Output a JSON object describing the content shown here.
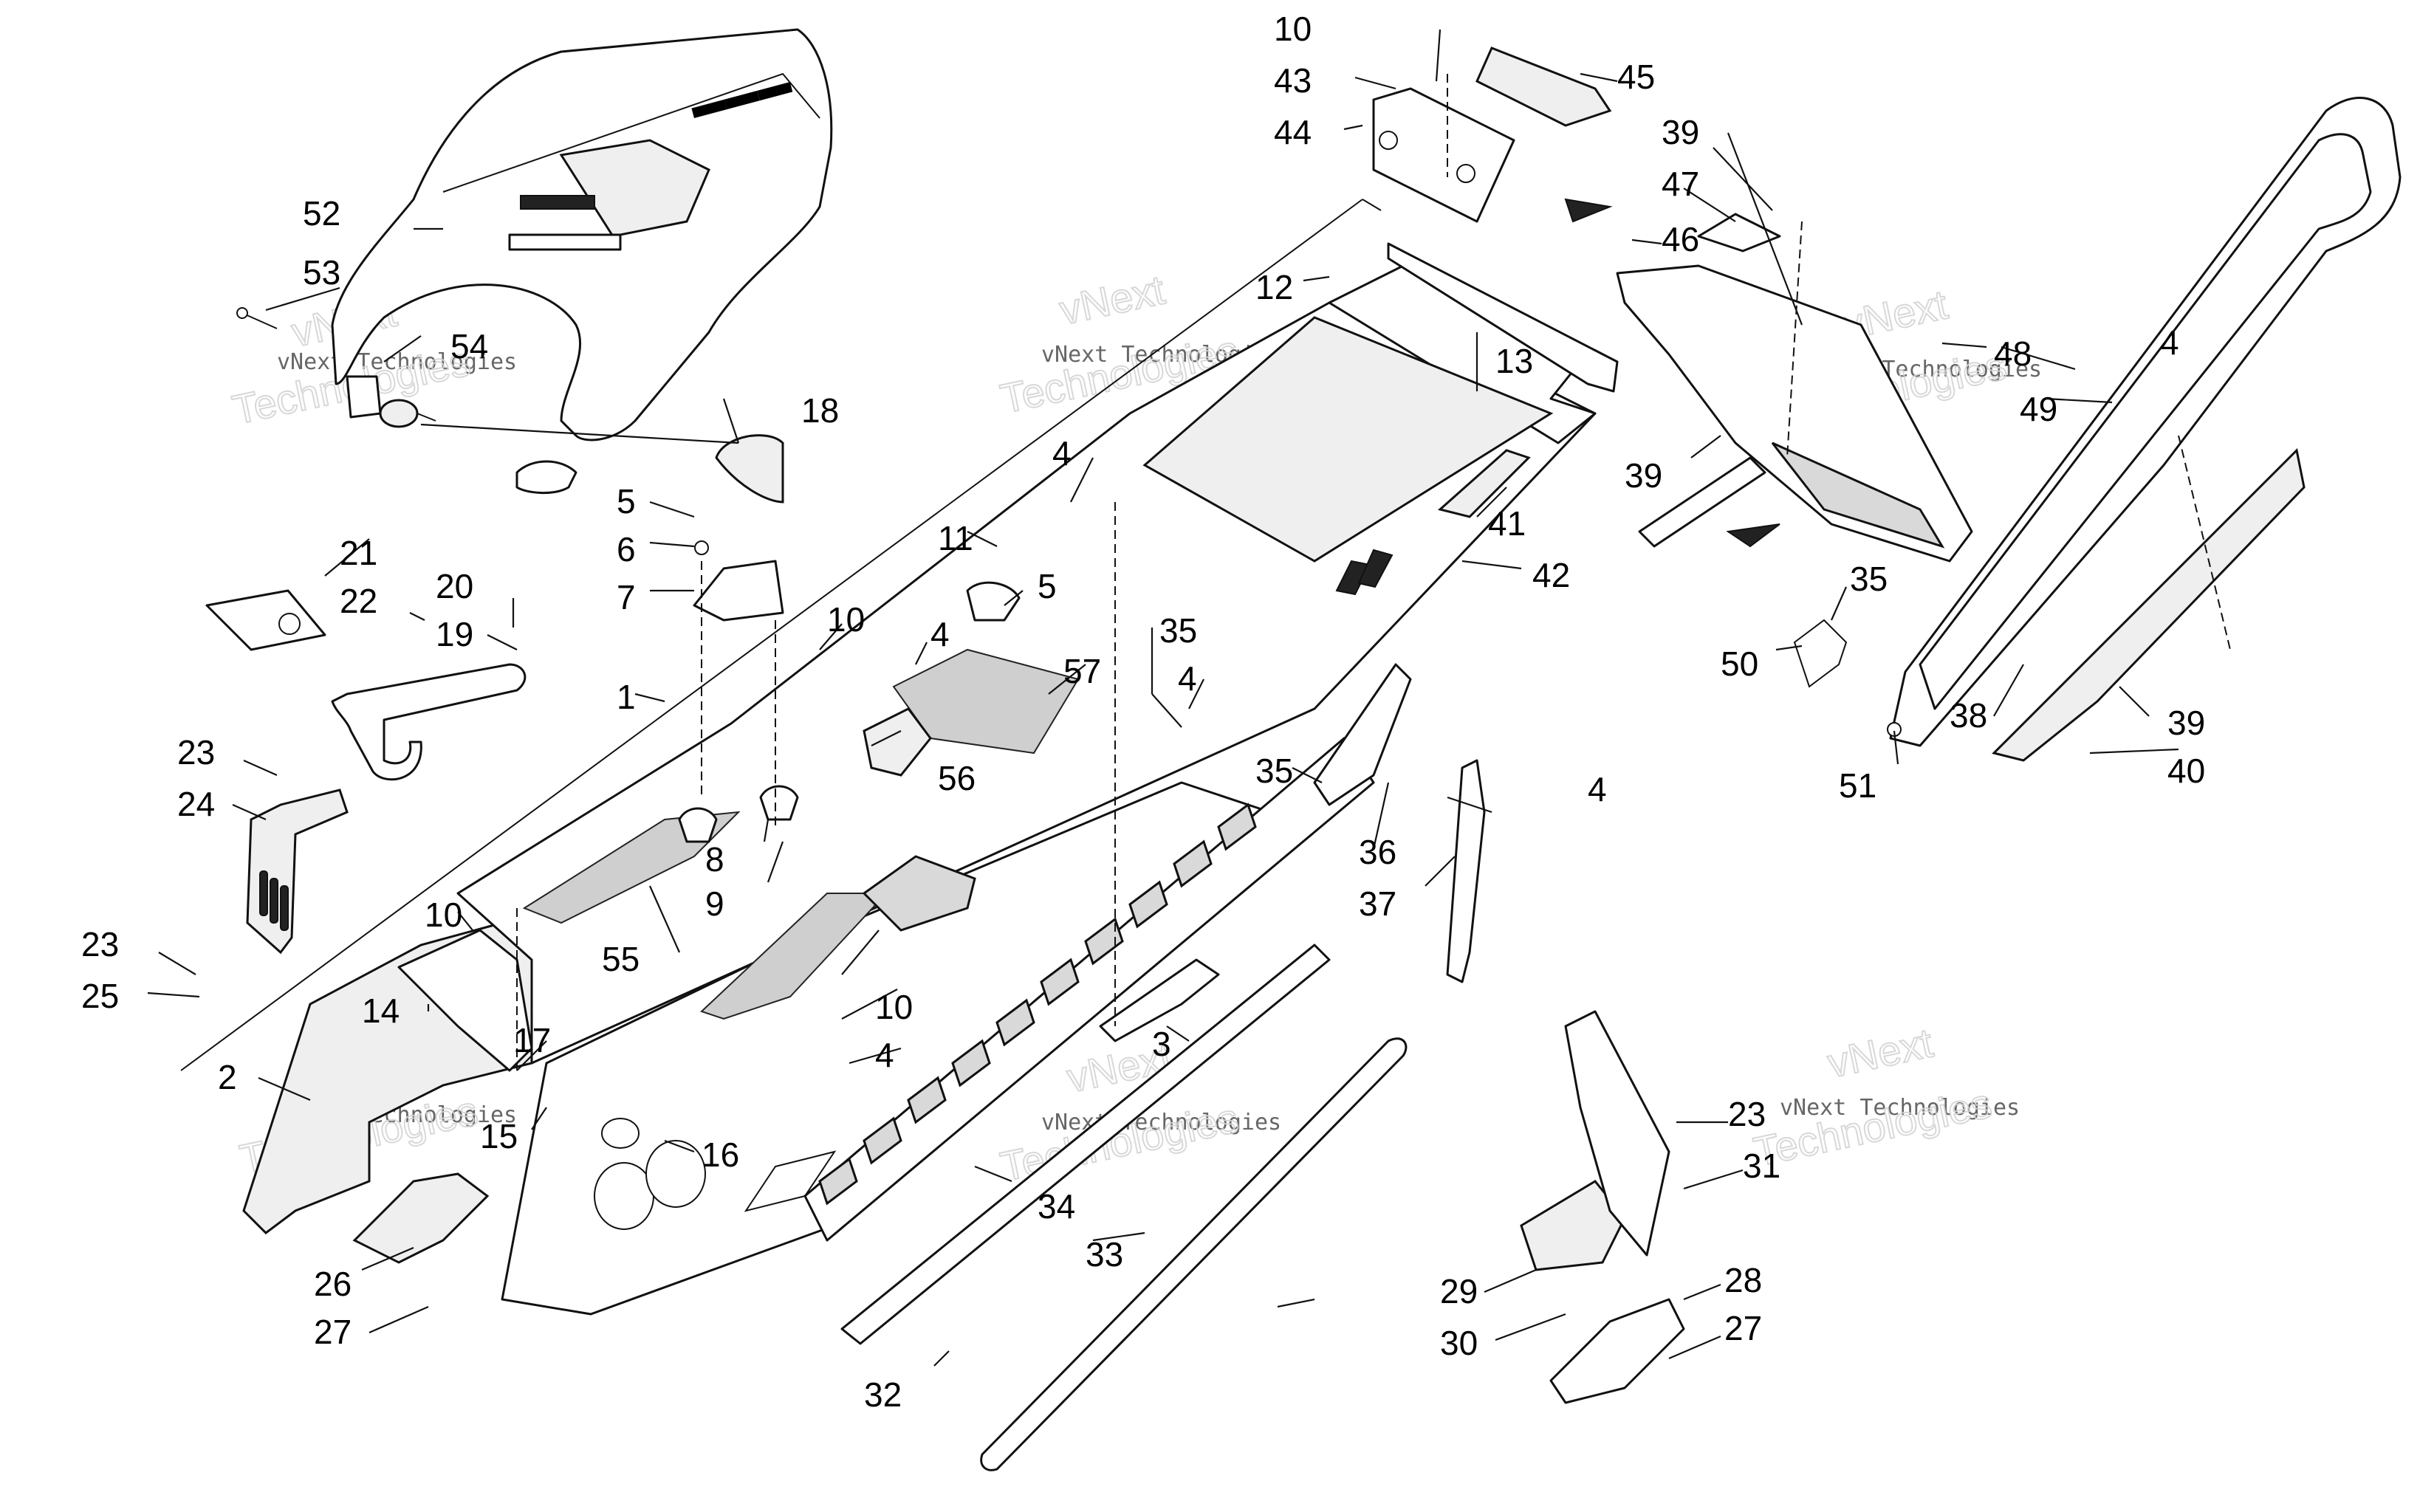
{
  "watermark": {
    "line1": "vNext",
    "line2": "vNext Technologies",
    "line3": "Technologies"
  },
  "callouts": {
    "c1": "1",
    "c2": "2",
    "c3": "3",
    "c4a": "4",
    "c4b": "4",
    "c4c": "4",
    "c4d": "4",
    "c4e": "4",
    "c4f": "4",
    "c5a": "5",
    "c5b": "5",
    "c6": "6",
    "c7": "7",
    "c8": "8",
    "c9": "9",
    "c10a": "10",
    "c10b": "10",
    "c10c": "10",
    "c10d": "10",
    "c11": "11",
    "c12": "12",
    "c13": "13",
    "c14": "14",
    "c15": "15",
    "c16": "16",
    "c17": "17",
    "c18": "18",
    "c19": "19",
    "c20": "20",
    "c21": "21",
    "c22": "22",
    "c23a": "23",
    "c23b": "23",
    "c23c": "23",
    "c24": "24",
    "c25": "25",
    "c26": "26",
    "c27a": "27",
    "c27b": "27",
    "c28": "28",
    "c29": "29",
    "c30": "30",
    "c31": "31",
    "c32": "32",
    "c33": "33",
    "c34": "34",
    "c35a": "35",
    "c35b": "35",
    "c35c": "35",
    "c36": "36",
    "c37": "37",
    "c38": "38",
    "c39a": "39",
    "c39b": "39",
    "c39c": "39",
    "c40": "40",
    "c41": "41",
    "c42": "42",
    "c43": "43",
    "c44": "44",
    "c45": "45",
    "c46": "46",
    "c47": "47",
    "c48": "48",
    "c49": "49",
    "c50": "50",
    "c51": "51",
    "c52": "52",
    "c53": "53",
    "c54": "54",
    "c55": "55",
    "c56": "56",
    "c57": "57"
  }
}
